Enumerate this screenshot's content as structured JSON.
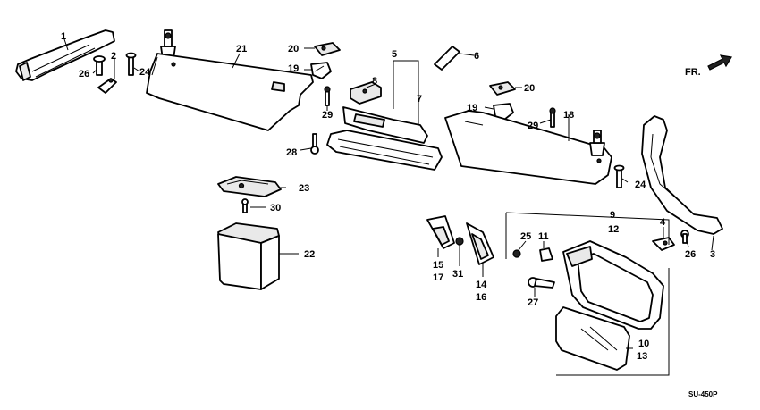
{
  "diagram": {
    "front_label": "FR.",
    "code": "SU-450P",
    "callouts": [
      {
        "id": "c1",
        "text": "1"
      },
      {
        "id": "c2",
        "text": "2"
      },
      {
        "id": "c26a",
        "text": "26"
      },
      {
        "id": "c24a",
        "text": "24"
      },
      {
        "id": "c21",
        "text": "21"
      },
      {
        "id": "c20a",
        "text": "20"
      },
      {
        "id": "c19a",
        "text": "19"
      },
      {
        "id": "c8",
        "text": "8"
      },
      {
        "id": "c5",
        "text": "5"
      },
      {
        "id": "c7",
        "text": "7"
      },
      {
        "id": "c6",
        "text": "6"
      },
      {
        "id": "c29a",
        "text": "29"
      },
      {
        "id": "c28",
        "text": "28"
      },
      {
        "id": "c20b",
        "text": "20"
      },
      {
        "id": "c19b",
        "text": "19"
      },
      {
        "id": "c29b",
        "text": "29"
      },
      {
        "id": "c18",
        "text": "18"
      },
      {
        "id": "c24b",
        "text": "24"
      },
      {
        "id": "c23",
        "text": "23"
      },
      {
        "id": "c30",
        "text": "30"
      },
      {
        "id": "c22",
        "text": "22"
      },
      {
        "id": "c9",
        "text": "9"
      },
      {
        "id": "c12",
        "text": "12"
      },
      {
        "id": "c4",
        "text": "4"
      },
      {
        "id": "c26b",
        "text": "26"
      },
      {
        "id": "c3",
        "text": "3"
      },
      {
        "id": "c25",
        "text": "25"
      },
      {
        "id": "c11",
        "text": "11"
      },
      {
        "id": "c15",
        "text": "15"
      },
      {
        "id": "c17",
        "text": "17"
      },
      {
        "id": "c31",
        "text": "31"
      },
      {
        "id": "c14",
        "text": "14"
      },
      {
        "id": "c16",
        "text": "16"
      },
      {
        "id": "c27",
        "text": "27"
      },
      {
        "id": "c10",
        "text": "10"
      },
      {
        "id": "c13",
        "text": "13"
      }
    ]
  }
}
